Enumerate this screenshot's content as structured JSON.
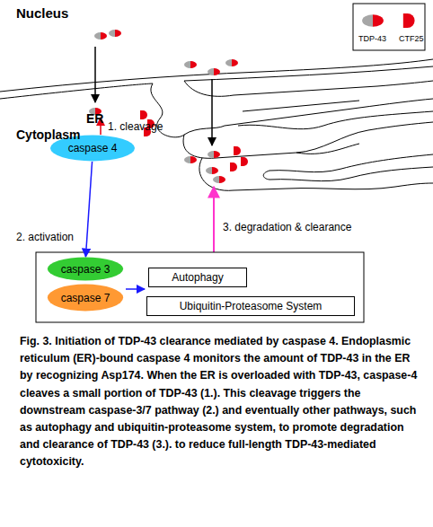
{
  "diagram": {
    "caption": "Fig. 3. Initiation of TDP-43 clearance mediated by caspase 4. Endoplasmic reticulum (ER)-bound caspase 4 monitors the amount of TDP-43 in the ER by recognizing Asp174. When the ER is overloaded with TDP-43, caspase-4 cleaves a small portion of TDP-43 (1.). This cleavage triggers the downstream caspase-3/7 pathway (2.) and eventually other pathways, such as autophagy and ubiquitin-proteasome system, to promote degradation and clearance of TDP-43 (3.). to reduce full-length TDP-43-mediated cytotoxicity.",
    "nodes": [
      {
        "text": [
          "caspase 4"
        ]
      },
      {
        "text": [
          "caspase 3"
        ]
      },
      {
        "text": [
          "caspase 7"
        ]
      },
      {
        "text": [
          "Autophagy"
        ]
      },
      {
        "text": [
          "Ubiquitin-Proteasome System"
        ]
      }
    ],
    "edges": [
      {
        "from": 0,
        "to": 1,
        "label": "2. activation",
        "arrow": "to"
      }
    ],
    "labels": [
      "Nucleus",
      "Cytoplasm",
      "ER",
      "1. cleavage",
      "3. degradation & clearance"
    ],
    "legend": [
      {
        "text": "TDP-43"
      },
      {
        "text": "CTF25"
      }
    ]
  }
}
